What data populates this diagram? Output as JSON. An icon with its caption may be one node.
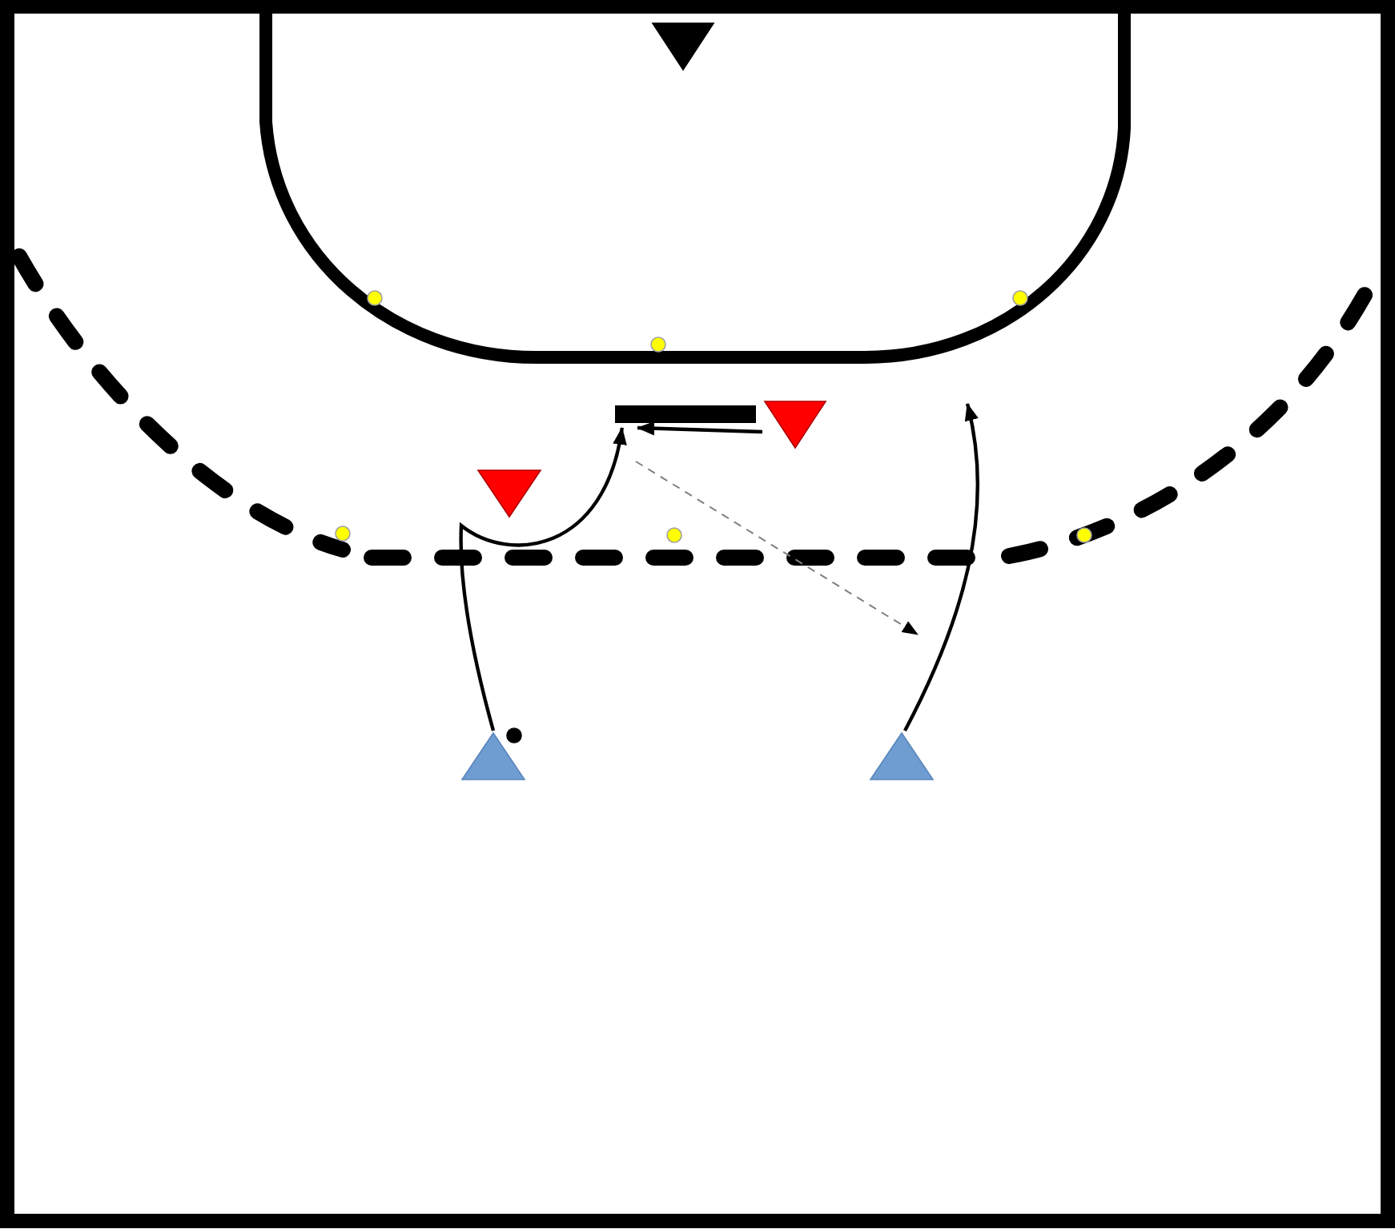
{
  "diagram": {
    "nodes": [
      {
        "text": [],
        "shape": "triangle"
      },
      {
        "text": [],
        "shape": "circle"
      },
      {
        "text": [],
        "shape": "circle"
      },
      {
        "text": [],
        "shape": "circle"
      },
      {
        "text": [],
        "shape": "bar"
      },
      {
        "text": [],
        "shape": "triangle"
      },
      {
        "text": [],
        "shape": "triangle"
      },
      {
        "text": [],
        "shape": "circle"
      },
      {
        "text": [],
        "shape": "circle"
      },
      {
        "text": [],
        "shape": "circle"
      },
      {
        "text": [],
        "shape": "circle"
      },
      {
        "text": [],
        "shape": "triangle"
      },
      {
        "text": [],
        "shape": "triangle"
      }
    ],
    "edges": [
      {
        "from": 11,
        "to": 4,
        "arrow": "to"
      },
      {
        "from": 5,
        "to": 4,
        "arrow": "to"
      },
      {
        "from": 12,
        "to": null,
        "arrow": "to"
      }
    ]
  }
}
